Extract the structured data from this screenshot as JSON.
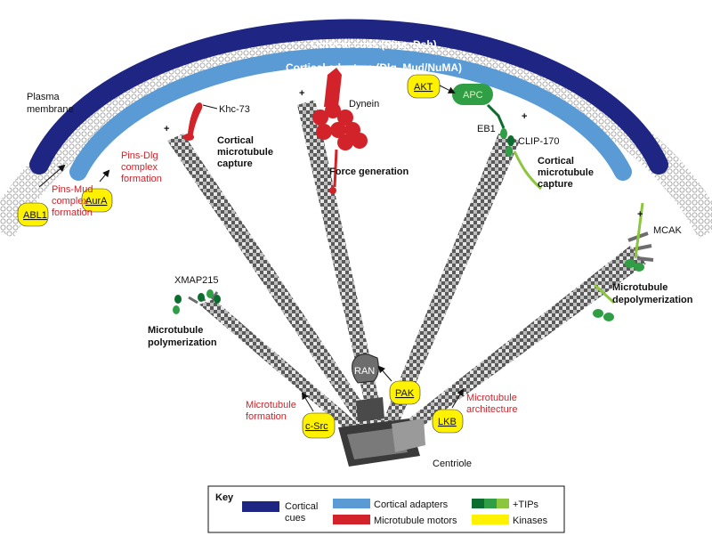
{
  "bands": {
    "cues_label": "Cortical cues (Pins, Dsh)",
    "adapters_label": "Cortical adapters (Dlg, Mud/NuMA)"
  },
  "labels": {
    "plasma_membrane_1": "Plasma",
    "plasma_membrane_2": "membrane",
    "khc73": "Khc-73",
    "dynein": "Dynein",
    "cortical_capture_1a": "Cortical",
    "cortical_capture_1b": "microtubule",
    "cortical_capture_1c": "capture",
    "force_generation": "Force generation",
    "eb1": "EB1",
    "clip170": "CLIP-170",
    "cortical_capture_2a": "Cortical",
    "cortical_capture_2b": "microtubule",
    "cortical_capture_2c": "capture",
    "mcak": "MCAK",
    "depoly_1": "Microtubule",
    "depoly_2": "depolymerization",
    "xmap215": "XMAP215",
    "poly_1": "Microtubule",
    "poly_2": "polymerization",
    "centriole": "Centriole",
    "plus": "+"
  },
  "process_labels": {
    "pins_mud_1": "Pins-Mud",
    "pins_mud_2": "complex",
    "pins_mud_3": "formation",
    "pins_dlg_1": "Pins-Dlg",
    "pins_dlg_2": "complex",
    "pins_dlg_3": "formation",
    "mt_formation_1": "Microtubule",
    "mt_formation_2": "formation",
    "mt_architecture_1": "Microtubule",
    "mt_architecture_2": "architecture"
  },
  "kinases": {
    "abl1": "ABL1",
    "aura": "AurA",
    "akt": "AKT",
    "csrc": "c-Src",
    "pak": "PAK",
    "lkb": "LKB"
  },
  "proteins": {
    "apc": "APC",
    "ran": "RAN"
  },
  "key": {
    "title": "Key",
    "cues_1": "Cortical",
    "cues_2": "cues",
    "adapters": "Cortical adapters",
    "motors": "Microtubule motors",
    "tips": "+TIPs",
    "kinases": "Kinases"
  },
  "colors": {
    "cues": "#1f2583",
    "adapters": "#5b9bd5",
    "motors": "#d2232a",
    "tip_dark": "#0c6e2e",
    "tip_mid": "#2f9e44",
    "tip_light": "#8cc63f",
    "kinase": "#fff200",
    "microtubule": "#6d6d6d"
  }
}
